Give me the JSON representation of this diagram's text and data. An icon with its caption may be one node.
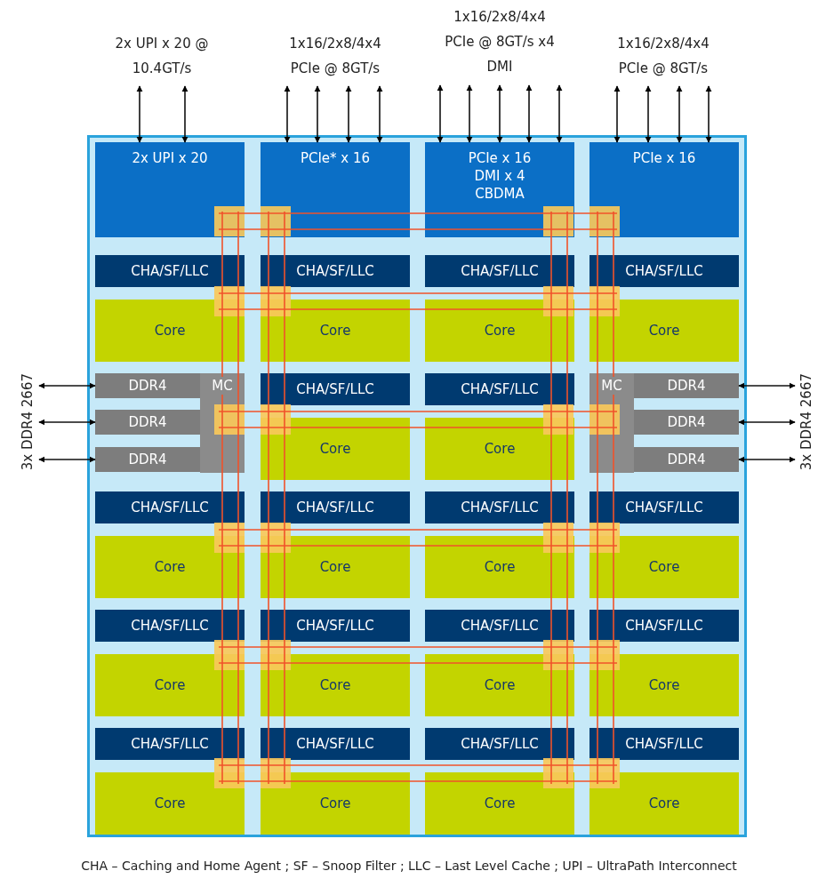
{
  "diagram": {
    "caption": "CHA – Caching and Home Agent ; SF – Snoop Filter ; LLC – Last Level Cache ; UPI – UltraPath Interconnect",
    "nodes": [
      {
        "text": [
          "2x UPI x 20 @ 10.4GT/s"
        ]
      },
      {
        "text": [
          "1x16/2x8/4x4 PCIe @ 8GT/s"
        ]
      },
      {
        "text": [
          "1x16/2x8/4x4 PCIe @ 8GT/s x4 DMI"
        ]
      },
      {
        "text": [
          "1x16/2x8/4x4 PCIe @ 8GT/s"
        ]
      },
      {
        "text": [
          "3x DDR4 2667"
        ]
      },
      {
        "text": [],
        "shape": "box"
      },
      {
        "text": [
          "2x UPI x 20"
        ],
        "in": 5
      },
      {
        "text": [
          "PCIe* x 16"
        ],
        "in": 5
      },
      {
        "text": [
          "PCIe x 16",
          "DMI x 4",
          "CBDMA"
        ],
        "in": 5
      },
      {
        "text": [
          "PCIe x 16"
        ],
        "in": 5
      },
      {
        "text": [
          "CHA/SF/LLC"
        ],
        "in": 5
      },
      {
        "text": [
          "CHA/SF/LLC"
        ],
        "in": 5
      },
      {
        "text": [
          "CHA/SF/LLC"
        ],
        "in": 5
      },
      {
        "text": [
          "CHA/SF/LLC"
        ],
        "in": 5
      },
      {
        "text": [
          "Core"
        ],
        "in": 5
      },
      {
        "text": [
          "Core"
        ],
        "in": 5
      },
      {
        "text": [
          "Core"
        ],
        "in": 5
      },
      {
        "text": [
          "Core"
        ],
        "in": 5
      },
      {
        "text": [
          "DDR4"
        ],
        "in": 5
      },
      {
        "text": [
          "DDR4"
        ],
        "in": 5
      },
      {
        "text": [
          "DDR4"
        ],
        "in": 5
      },
      {
        "text": [
          "MC"
        ],
        "in": 5
      },
      {
        "text": [
          "CHA/SF/LLC"
        ],
        "in": 5
      },
      {
        "text": [
          "CHA/SF/LLC"
        ],
        "in": 5
      },
      {
        "text": [
          "MC"
        ],
        "in": 5
      },
      {
        "text": [
          "DDR4"
        ],
        "in": 5
      },
      {
        "text": [
          "DDR4"
        ],
        "in": 5
      },
      {
        "text": [
          "DDR4"
        ],
        "in": 5
      },
      {
        "text": [
          "Core"
        ],
        "in": 5
      },
      {
        "text": [
          "Core"
        ],
        "in": 5
      },
      {
        "text": [
          "CHA/SF/LLC"
        ],
        "in": 5
      },
      {
        "text": [
          "CHA/SF/LLC"
        ],
        "in": 5
      },
      {
        "text": [
          "CHA/SF/LLC"
        ],
        "in": 5
      },
      {
        "text": [
          "CHA/SF/LLC"
        ],
        "in": 5
      },
      {
        "text": [
          "Core"
        ],
        "in": 5
      },
      {
        "text": [
          "Core"
        ],
        "in": 5
      },
      {
        "text": [
          "Core"
        ],
        "in": 5
      },
      {
        "text": [
          "Core"
        ],
        "in": 5
      },
      {
        "text": [
          "CHA/SF/LLC"
        ],
        "in": 5
      },
      {
        "text": [
          "CHA/SF/LLC"
        ],
        "in": 5
      },
      {
        "text": [
          "CHA/SF/LLC"
        ],
        "in": 5
      },
      {
        "text": [
          "CHA/SF/LLC"
        ],
        "in": 5
      },
      {
        "text": [
          "Core"
        ],
        "in": 5
      },
      {
        "text": [
          "Core"
        ],
        "in": 5
      },
      {
        "text": [
          "Core"
        ],
        "in": 5
      },
      {
        "text": [
          "Core"
        ],
        "in": 5
      },
      {
        "text": [
          "CHA/SF/LLC"
        ],
        "in": 5
      },
      {
        "text": [
          "CHA/SF/LLC"
        ],
        "in": 5
      },
      {
        "text": [
          "CHA/SF/LLC"
        ],
        "in": 5
      },
      {
        "text": [
          "CHA/SF/LLC"
        ],
        "in": 5
      },
      {
        "text": [
          "Core"
        ],
        "in": 5
      },
      {
        "text": [
          "Core"
        ],
        "in": 5
      },
      {
        "text": [
          "Core"
        ],
        "in": 5
      },
      {
        "text": [
          "Core"
        ],
        "in": 5
      },
      {
        "text": [
          "3x DDR4 2667"
        ]
      }
    ],
    "edges": [
      {
        "from": 0,
        "to": 6,
        "arrow": "both"
      },
      {
        "from": 0,
        "to": 6,
        "arrow": "both"
      },
      {
        "from": 1,
        "to": 7,
        "arrow": "both"
      },
      {
        "from": 1,
        "to": 7,
        "arrow": "both"
      },
      {
        "from": 1,
        "to": 7,
        "arrow": "both"
      },
      {
        "from": 1,
        "to": 7,
        "arrow": "both"
      },
      {
        "from": 2,
        "to": 8,
        "arrow": "both"
      },
      {
        "from": 2,
        "to": 8,
        "arrow": "both"
      },
      {
        "from": 2,
        "to": 8,
        "arrow": "both"
      },
      {
        "from": 2,
        "to": 8,
        "arrow": "both"
      },
      {
        "from": 2,
        "to": 8,
        "arrow": "both"
      },
      {
        "from": 3,
        "to": 9,
        "arrow": "both"
      },
      {
        "from": 3,
        "to": 9,
        "arrow": "both"
      },
      {
        "from": 3,
        "to": 9,
        "arrow": "both"
      },
      {
        "from": 3,
        "to": 9,
        "arrow": "both"
      },
      {
        "from": 18,
        "to": 4,
        "arrow": "both"
      },
      {
        "from": 19,
        "to": 4,
        "arrow": "both"
      },
      {
        "from": 20,
        "to": 4,
        "arrow": "both"
      },
      {
        "from": 25,
        "to": 54,
        "arrow": "both"
      },
      {
        "from": 26,
        "to": 54,
        "arrow": "both"
      },
      {
        "from": 27,
        "to": 54,
        "arrow": "both"
      }
    ]
  }
}
